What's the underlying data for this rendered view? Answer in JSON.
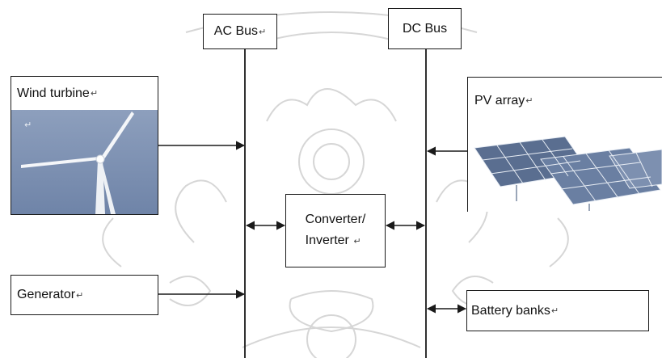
{
  "diagram": {
    "ac_bus": {
      "label": "AC Bus",
      "mark": "↵"
    },
    "dc_bus": {
      "label": "DC Bus"
    },
    "wind_turbine": {
      "label": "Wind turbine",
      "mark": "↵",
      "photo_mark": "↵"
    },
    "pv_array": {
      "label": "PV array",
      "mark": "↵"
    },
    "converter": {
      "line1": "Converter/",
      "line2": "Inverter",
      "mark": "↵"
    },
    "generator": {
      "label": "Generator",
      "mark": "↵"
    },
    "battery_banks": {
      "label": "Battery banks",
      "mark": "↵"
    }
  },
  "colors": {
    "line": "#1a1a1a",
    "watermark": "#cfcfcf",
    "sky": "#7f93b5",
    "panel": "#5b6f8f"
  }
}
